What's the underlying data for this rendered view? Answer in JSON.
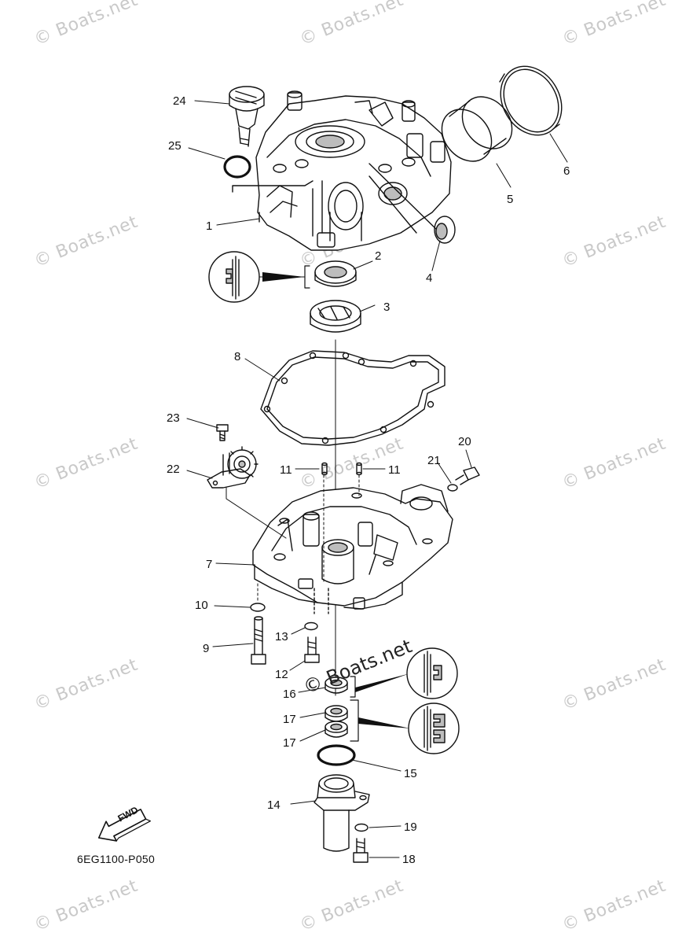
{
  "watermark": "© Boats.net",
  "drawing_code": "6EG1100-P050",
  "fwd_label": "FWD",
  "colors": {
    "ink": "#111111",
    "watermark": "#c9c9c9",
    "shade": "#bdbdbd",
    "background": "#ffffff"
  },
  "callouts": {
    "c1": "1",
    "c2": "2",
    "c3": "3",
    "c4": "4",
    "c5": "5",
    "c6": "6",
    "c7": "7",
    "c8": "8",
    "c9": "9",
    "c10": "10",
    "c11a": "11",
    "c11b": "11",
    "c12": "12",
    "c13": "13",
    "c14": "14",
    "c15": "15",
    "c16": "16",
    "c17a": "17",
    "c17b": "17",
    "c18": "18",
    "c19": "19",
    "c20": "20",
    "c21": "21",
    "c22": "22",
    "c23": "23",
    "c24": "24",
    "c25": "25"
  }
}
